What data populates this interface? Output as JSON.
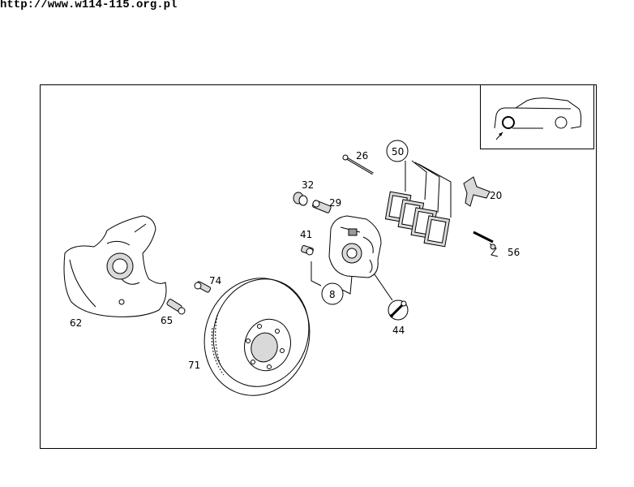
{
  "header": {
    "url": "http://www.w114-115.org.pl"
  },
  "callouts": {
    "p26": "26",
    "p50": "50",
    "p32": "32",
    "p29": "29",
    "p20": "20",
    "p41": "41",
    "p56": "56",
    "p8": "8",
    "p74": "74",
    "p44": "44",
    "p62": "62",
    "p65": "65",
    "p71": "71"
  },
  "colors": {
    "line": "#000000",
    "shade": "#d9d9d9",
    "dark": "#9a9a9a"
  },
  "icons": {
    "locator": "car-side-front-wheel-icon",
    "tool": "wrench-icon"
  }
}
